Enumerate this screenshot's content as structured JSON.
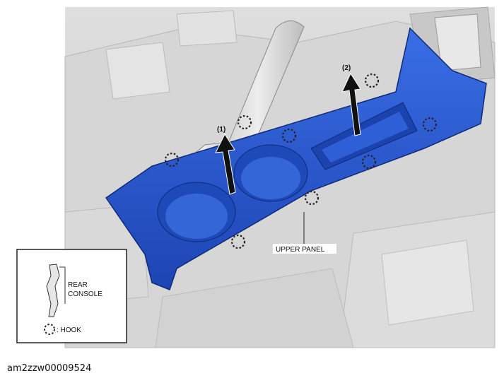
{
  "diagram": {
    "arrow_1_label": "(1)",
    "arrow_2_label": "(2)",
    "part_label": "UPPER PANEL",
    "legend": {
      "line1": "REAR",
      "line2": "CONSOLE",
      "hook_label": ": HOOK"
    }
  },
  "caption": "am2zzw00009524",
  "colors": {
    "panel_blue": "#2f5fd6",
    "panel_dark": "#1c3fa8",
    "interior_gray": "#d8d8d8"
  }
}
